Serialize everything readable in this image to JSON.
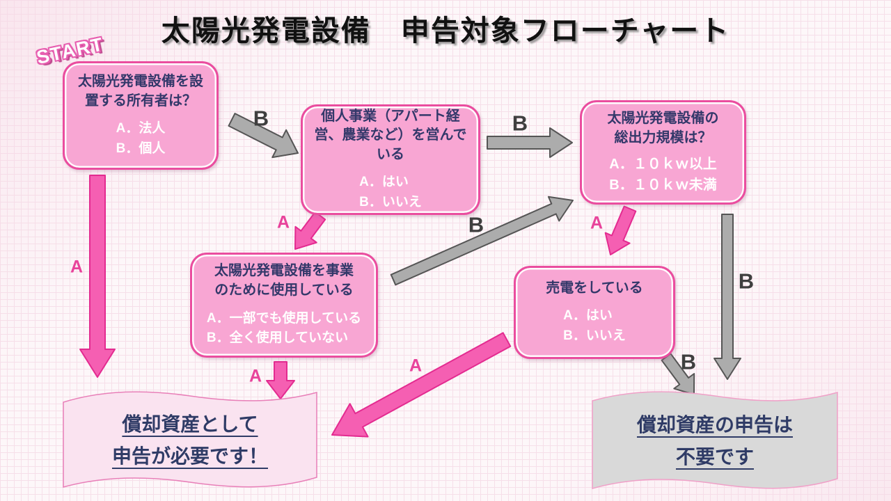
{
  "title": "太陽光発電設備　申告対象フローチャート",
  "start_label": "START",
  "nodes": [
    {
      "id": "owner-type",
      "question": "太陽光発電設備を設置する所有者は？",
      "options": [
        "A．法人",
        "B．個人"
      ]
    },
    {
      "id": "sole-proprietor",
      "question": "個人事業（アパート経営、農業など）を営んでいる",
      "options": [
        "A．はい",
        "B．いいえ"
      ]
    },
    {
      "id": "total-output",
      "question": "太陽光発電設備の総出力規模は？",
      "options": [
        "A．１０ｋｗ以上",
        "B．１０ｋｗ未満"
      ]
    },
    {
      "id": "business-use",
      "question": "太陽光発電設備を事業のために使用している",
      "options": [
        "A．一部でも使用している",
        "B．全く使用していない"
      ]
    },
    {
      "id": "selling-power",
      "question": "売電をしている",
      "options": [
        "A．はい",
        "B．いいえ"
      ]
    }
  ],
  "results": [
    {
      "id": "declaration-required",
      "lines": [
        "償却資産として",
        "申告が必要です！"
      ]
    },
    {
      "id": "declaration-not-required",
      "lines": [
        "償却資産の申告は",
        "不要です"
      ]
    }
  ],
  "edges": [
    {
      "label": "B",
      "from": "owner-type",
      "to": "sole-proprietor"
    },
    {
      "label": "B",
      "from": "sole-proprietor",
      "to": "total-output"
    },
    {
      "label": "A",
      "from": "owner-type",
      "to": "declaration-required"
    },
    {
      "label": "A",
      "from": "sole-proprietor",
      "to": "business-use"
    },
    {
      "label": "B",
      "from": "business-use",
      "to": "total-output"
    },
    {
      "label": "A",
      "from": "total-output",
      "to": "selling-power"
    },
    {
      "label": "B",
      "from": "total-output",
      "to": "declaration-not-required"
    },
    {
      "label": "A",
      "from": "business-use",
      "to": "declaration-required"
    },
    {
      "label": "A",
      "from": "selling-power",
      "to": "declaration-required"
    },
    {
      "label": "B",
      "from": "selling-power",
      "to": "declaration-not-required"
    }
  ],
  "colors": {
    "box_fill": "#F8A6D3",
    "box_border": "#EA4D9F",
    "question_text": "#33386A",
    "option_text": "#FFFFFF",
    "pink_arrow": "#F55FB2",
    "gray_arrow": "#ACACAC",
    "label_a": "#E8439B",
    "label_b": "#3F3F3F",
    "result_required_fill": "#FAE3F0",
    "result_not_required_fill": "#D9D9D9"
  }
}
